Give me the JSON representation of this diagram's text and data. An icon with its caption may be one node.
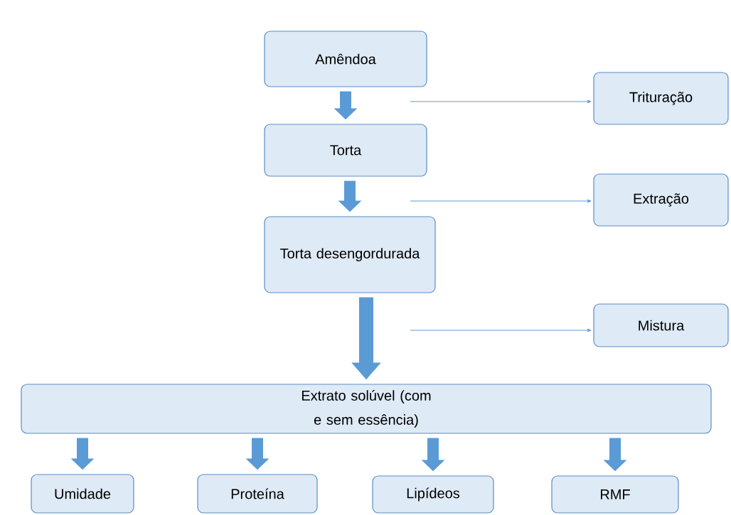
{
  "diagram": {
    "nodes": [
      {
        "text": [
          "Amêndoa"
        ]
      },
      {
        "text": [
          "Torta"
        ]
      },
      {
        "text": [
          "Torta desengordurada"
        ]
      },
      {
        "text": [
          "Extrato solúvel (com e sem essência)"
        ]
      },
      {
        "text": [
          "Umidade"
        ]
      },
      {
        "text": [
          "Proteína"
        ]
      },
      {
        "text": [
          "Lipídeos"
        ]
      },
      {
        "text": [
          "RMF"
        ]
      },
      {
        "text": [
          "Trituração"
        ]
      },
      {
        "text": [
          "Extração"
        ]
      },
      {
        "text": [
          "Mistura"
        ]
      }
    ],
    "edges": [
      {
        "from": 0,
        "to": 1,
        "arrow": "to"
      },
      {
        "from": 1,
        "to": 2,
        "arrow": "to"
      },
      {
        "from": 2,
        "to": 3,
        "arrow": "to"
      },
      {
        "from": 3,
        "to": 4,
        "arrow": "to"
      },
      {
        "from": 3,
        "to": 5,
        "arrow": "to"
      },
      {
        "from": 3,
        "to": 6,
        "arrow": "to"
      },
      {
        "from": 3,
        "to": 7,
        "arrow": "to"
      },
      {
        "from": null,
        "to": 8,
        "arrow": "to"
      },
      {
        "from": null,
        "to": 9,
        "arrow": "to"
      },
      {
        "from": null,
        "to": 10,
        "arrow": "to"
      }
    ]
  }
}
